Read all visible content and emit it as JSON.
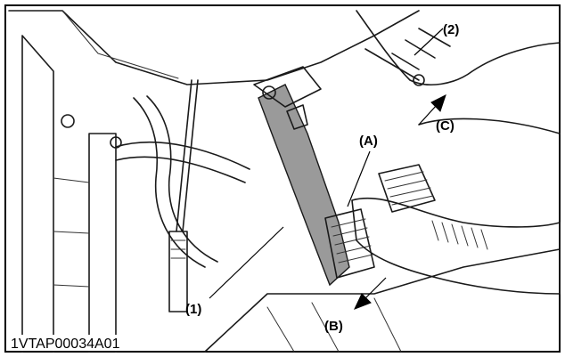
{
  "figure_code": "1VTAP00034A01",
  "callouts": {
    "part_1": "(1)",
    "part_2": "(2)",
    "point_a": "(A)",
    "direction_b": "(B)",
    "direction_c": "(C)"
  }
}
